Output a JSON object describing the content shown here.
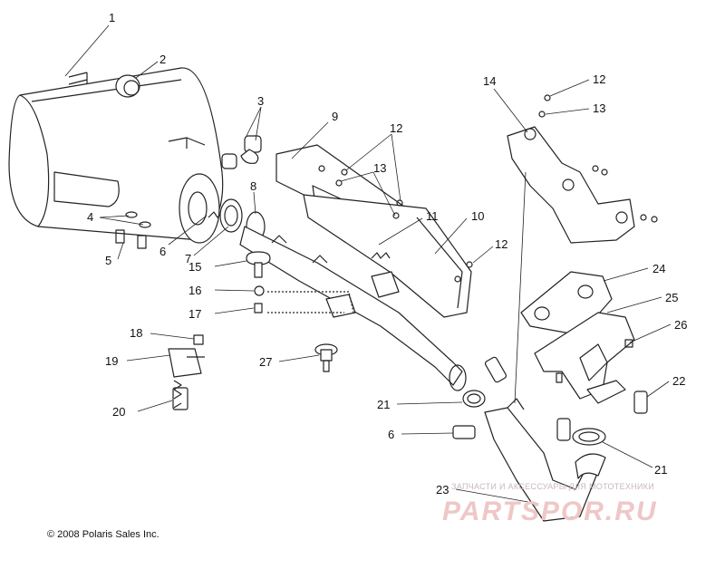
{
  "copyright": "© 2008 Polaris Sales Inc.",
  "watermark": {
    "small_text": "ЗАПЧАСТИ И АКСЕССУАРЫ ДЛЯ МОТОТЕХНИКИ",
    "big_text": "PARTSPOR.RU"
  },
  "callouts": {
    "c1": "1",
    "c2": "2",
    "c3": "3",
    "c4": "4",
    "c5": "5",
    "c6a": "6",
    "c6b": "6",
    "c7": "7",
    "c8": "8",
    "c9": "9",
    "c10": "10",
    "c11": "11",
    "c12a": "12",
    "c12b": "12",
    "c12c": "12",
    "c13a": "13",
    "c13b": "13",
    "c14": "14",
    "c15": "15",
    "c16": "16",
    "c17": "17",
    "c18": "18",
    "c19": "19",
    "c20": "20",
    "c21a": "21",
    "c21b": "21",
    "c22": "22",
    "c23": "23",
    "c24": "24",
    "c25": "25",
    "c26": "26",
    "c27": "27"
  }
}
